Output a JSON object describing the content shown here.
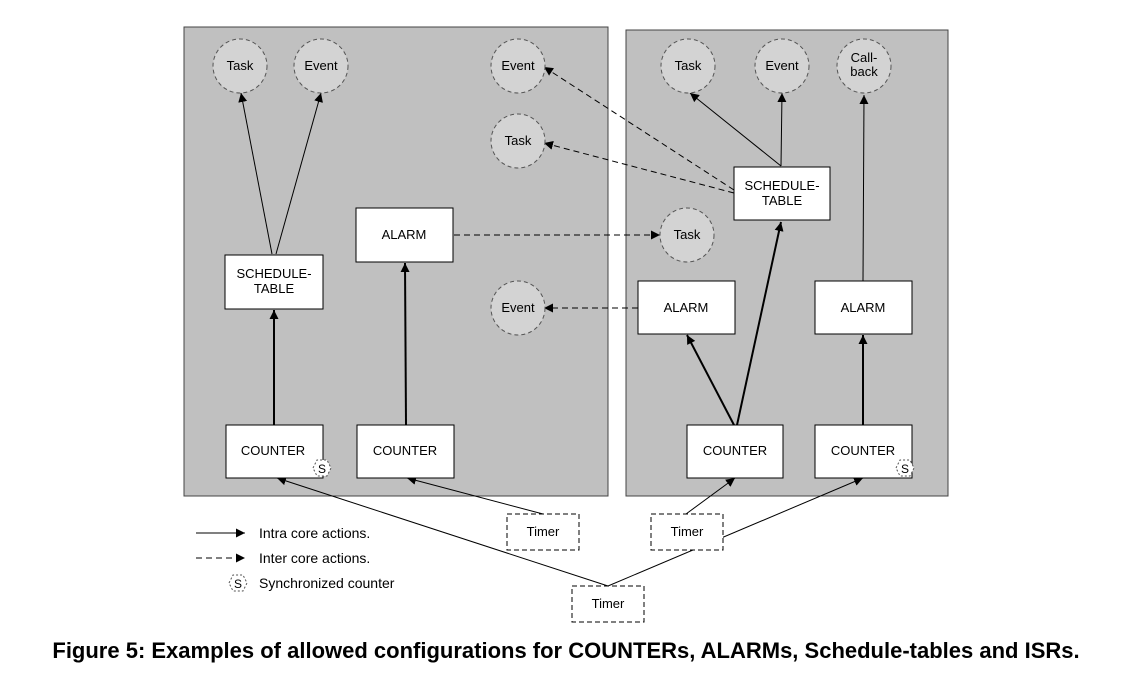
{
  "labels": {
    "task": "Task",
    "event": "Event",
    "callback": "Call-\nback",
    "schedule_table": "SCHEDULE-\nTABLE",
    "alarm": "ALARM",
    "counter": "COUNTER",
    "timer": "Timer",
    "sync_symbol": "S"
  },
  "legend": {
    "intra": "Intra core actions.",
    "inter": "Inter core actions.",
    "sync": "Synchronized counter"
  },
  "caption": "Figure 5: Examples of allowed configurations for COUNTERs, ALARMs, Schedule-tables and ISRs."
}
